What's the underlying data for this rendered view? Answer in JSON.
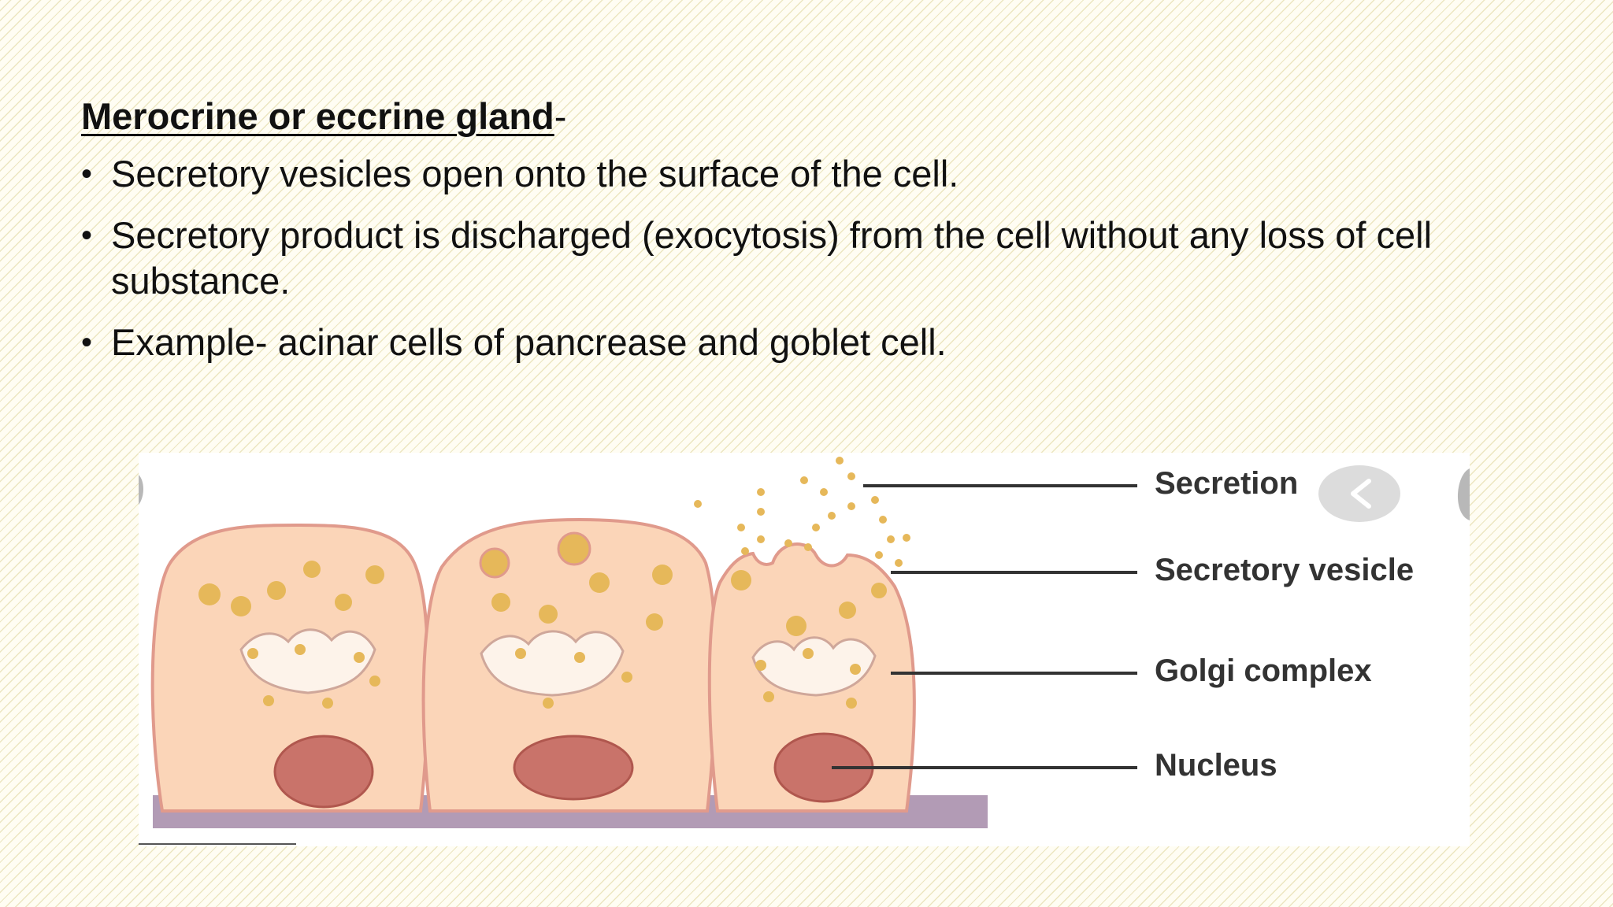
{
  "heading": {
    "title": "Merocrine or eccrine gland",
    "suffix": "-"
  },
  "bullets": [
    "Secretory vesicles open onto the surface of the cell.",
    "Secretory product is discharged (exocytosis) from the cell without any loss of cell substance.",
    "Example- acinar cells of pancrease and goblet cell."
  ],
  "bullet_glyph": "•",
  "diagram": {
    "labels": {
      "secretion": "Secretion",
      "secretory_vesicle": "Secretory vesicle",
      "golgi_complex": "Golgi complex",
      "nucleus": "Nucleus"
    },
    "icons": [
      "chevron-left-icon"
    ],
    "colors": {
      "cell_fill": "#fbd5b8",
      "cell_stroke": "#e09a8c",
      "vesicle": "#e6b85a",
      "nucleus": "#c9736a",
      "basement": "#a48aa8"
    }
  }
}
